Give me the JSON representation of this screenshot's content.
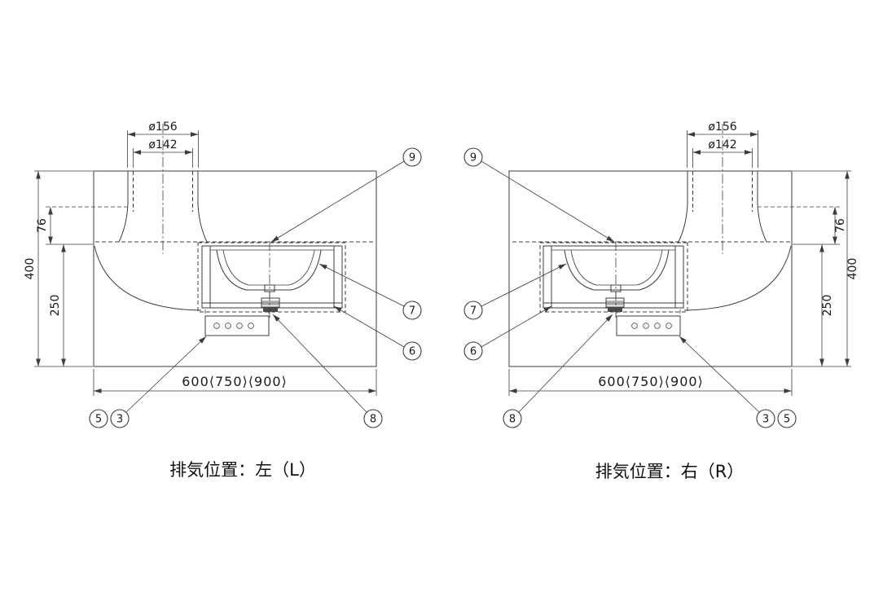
{
  "views": {
    "left": {
      "caption": "排気位置：左（L）"
    },
    "right": {
      "caption": "排気位置：右（R）"
    }
  },
  "dimensions": {
    "duct_outer_diameter": "ø156",
    "duct_inner_diameter": "ø142",
    "duct_top_offset": "76",
    "overall_height": "400",
    "lower_section_height": "250",
    "width_variants": "600⟨750⟩⟨900⟩"
  },
  "callouts": {
    "no9": "9",
    "no7": "7",
    "no6": "6",
    "no5": "5",
    "no3": "3",
    "no8": "8"
  },
  "colors": {
    "line": "#3c3c3c",
    "text": "#1a1a1a",
    "background": "#ffffff"
  }
}
